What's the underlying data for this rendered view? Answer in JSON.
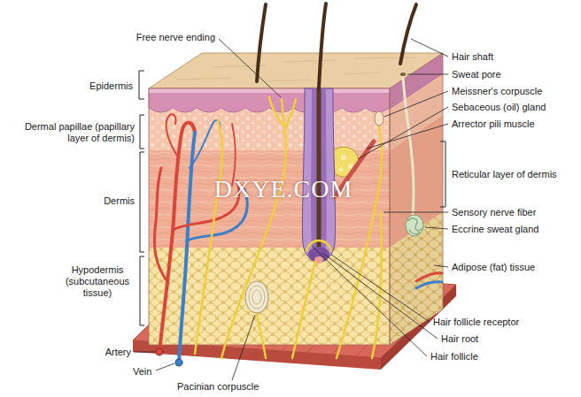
{
  "diagram": {
    "labels": [
      "Free nerve ending",
      "Hair shaft",
      "Epidermis",
      "Sweat pore",
      "Meissner's corpuscle",
      "Sebaceous (oil) gland",
      "Dermal papillae (papillary layer of dermis)",
      "Arrector pili muscle",
      "Reticular layer of dermis",
      "DXYE.COM",
      "Dermis",
      "Sensory nerve fiber",
      "Eccrine sweat gland",
      "Hypodermis (subcutaneous tissue)",
      "Adipose (fat) tissue",
      "Hair follicle receptor",
      "Hair root",
      "Hair follicle",
      "Artery",
      "Vein",
      "Pacinian corpuscle"
    ]
  }
}
